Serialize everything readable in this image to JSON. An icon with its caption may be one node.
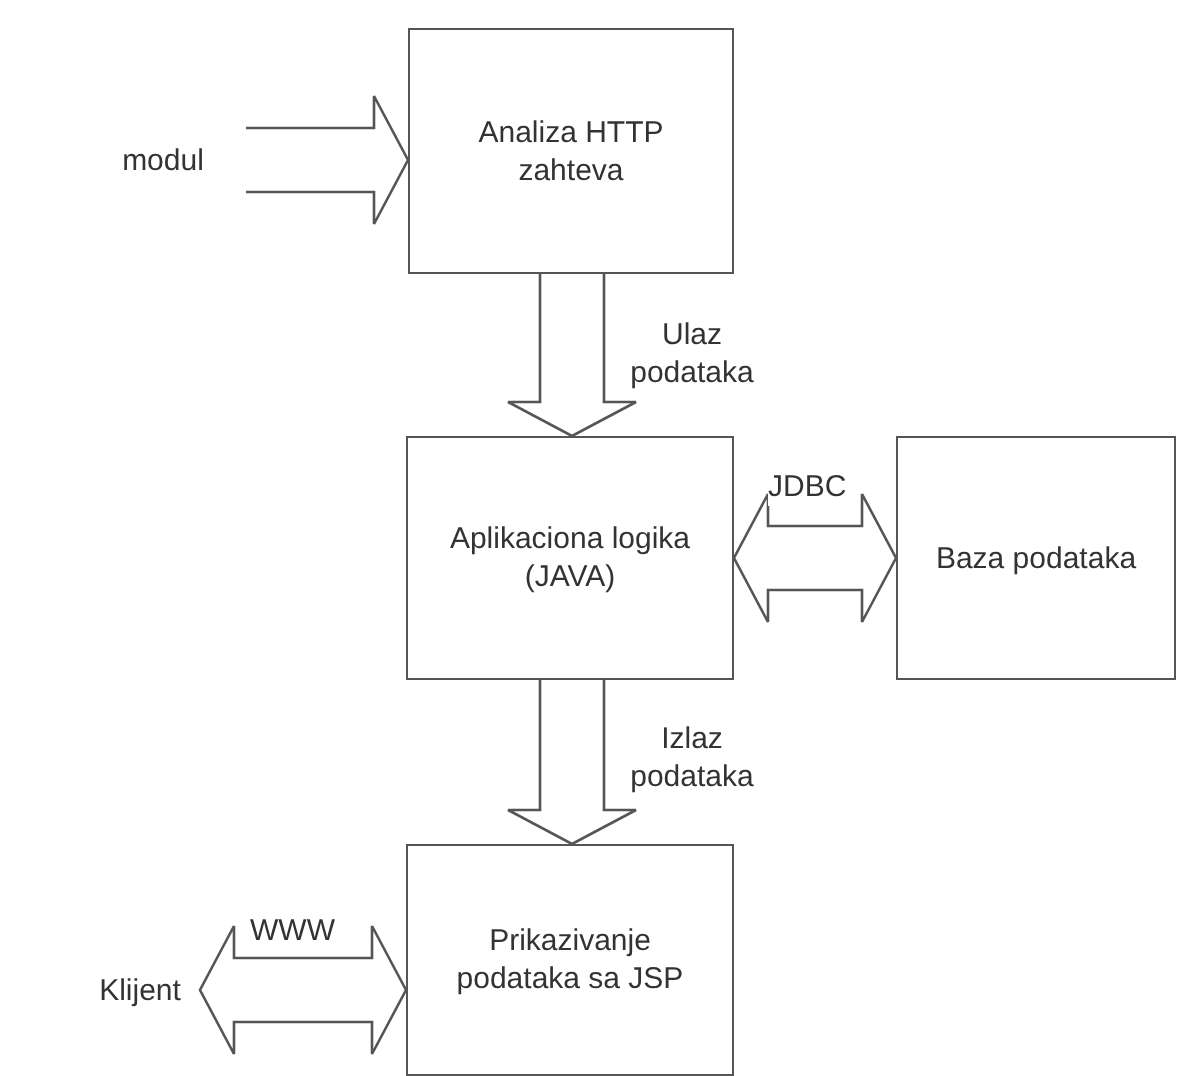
{
  "diagram": {
    "nodes": [
      {
        "text": [
          "modul"
        ]
      },
      {
        "text": [
          "Analiza HTTP zahteva"
        ]
      },
      {
        "text": [
          "Aplikaciona logika (JAVA)"
        ]
      },
      {
        "text": [
          "Baza podataka"
        ]
      },
      {
        "text": [
          "Prikazivanje podataka sa JSP"
        ]
      },
      {
        "text": [
          "Klijent"
        ]
      }
    ],
    "edges": [
      {
        "from": 0,
        "to": 1,
        "arrow": "to"
      },
      {
        "from": 1,
        "to": 2,
        "arrow": "to",
        "label": "Ulaz podataka"
      },
      {
        "from": 2,
        "to": 3,
        "arrow": "both",
        "label": "JDBC"
      },
      {
        "from": 2,
        "to": 4,
        "arrow": "to",
        "label": "Izlaz podataka"
      },
      {
        "from": 5,
        "to": 4,
        "arrow": "both",
        "label": "WWW"
      }
    ]
  }
}
